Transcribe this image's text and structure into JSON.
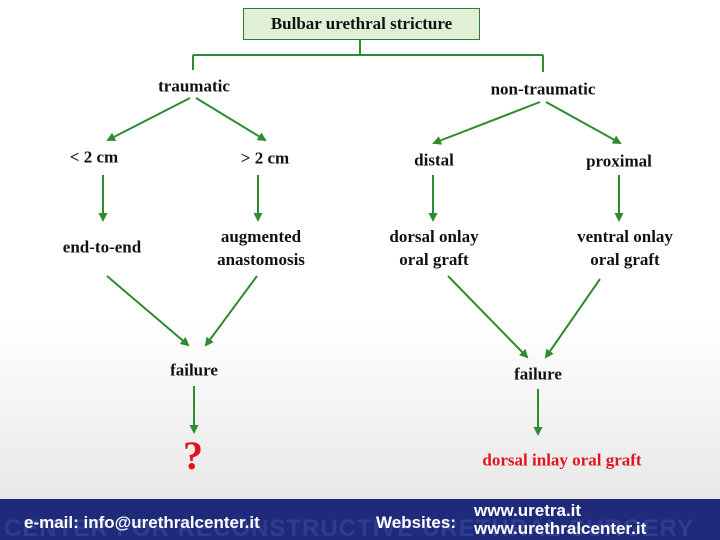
{
  "diagram": {
    "title": "Bulbar urethral stricture",
    "nodes": {
      "traumatic": "traumatic",
      "non_traumatic": "non-traumatic",
      "lt2": "< 2 cm",
      "gt2": "> 2 cm",
      "distal": "distal",
      "proximal": "proximal",
      "end_to_end": "end-to-end",
      "augmented": [
        "augmented",
        "anastomosis"
      ],
      "dorsal_onlay": [
        "dorsal onlay",
        "oral graft"
      ],
      "ventral_onlay": [
        "ventral onlay",
        "oral graft"
      ],
      "failure_left": "failure",
      "failure_right": "failure",
      "question": "?",
      "dorsal_inlay": "dorsal inlay oral graft"
    },
    "colors": {
      "arrow": "#2e8b2e",
      "box_fill": "#dff0d6",
      "box_border": "#2e7d32",
      "highlight": "#e0141e",
      "footer_bg": "#1f2a7a"
    }
  },
  "footer": {
    "email": "e-mail: info@urethralcenter.it",
    "websites_label": "Websites:",
    "website_1": "www.uretra.it",
    "website_2": "www.urethralcenter.it",
    "watermark": "CENTER FOR RECONSTRUCTIVE URETHRAL SURGERY"
  }
}
